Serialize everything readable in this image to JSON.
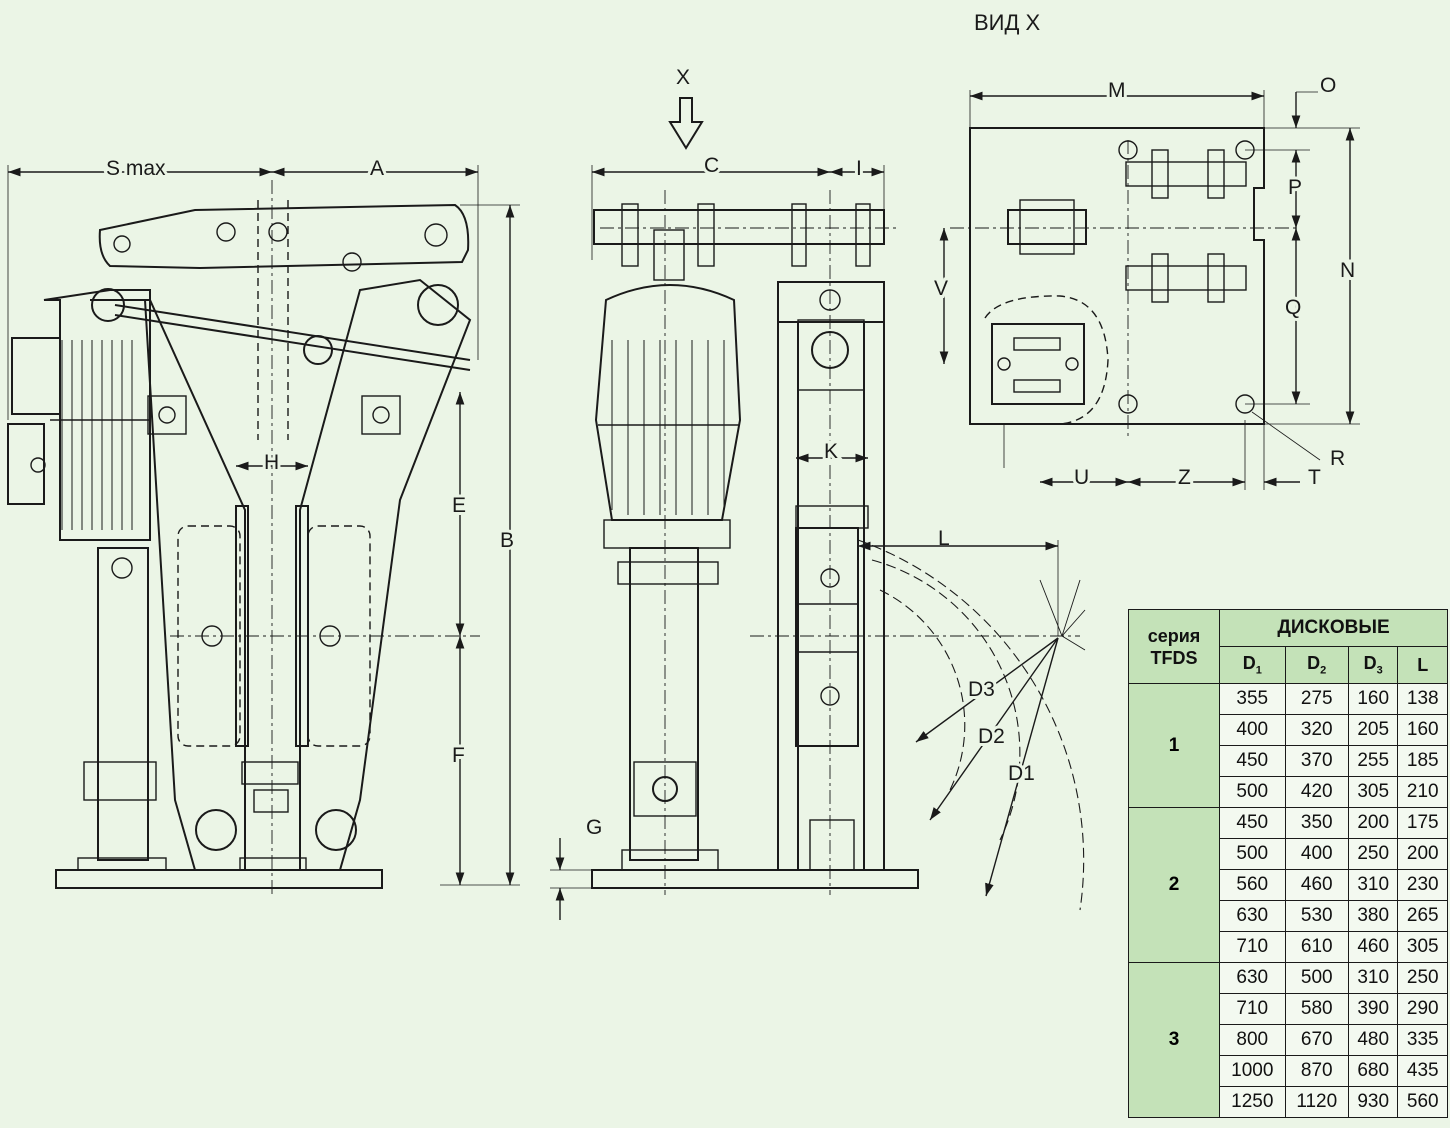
{
  "view_x_title": "ВИД X",
  "arrow_label": "X",
  "dimension_labels": {
    "s_max": "S max",
    "a": "A",
    "b": "B",
    "c": "C",
    "i": "I",
    "e": "E",
    "f": "F",
    "h": "H",
    "g": "G",
    "k": "K",
    "l": "L",
    "d1": "D1",
    "d2": "D2",
    "d3": "D3",
    "m": "M",
    "o": "O",
    "p": "P",
    "n": "N",
    "q": "Q",
    "v": "V",
    "r": "R",
    "t": "T",
    "u": "U",
    "z": "Z"
  },
  "table": {
    "series_header": [
      "серия",
      "TFDS"
    ],
    "group_header": "ДИСКОВЫЕ",
    "columns": [
      "D1",
      "D2",
      "D3",
      "L"
    ],
    "groups": [
      {
        "series": "1",
        "rows": [
          [
            "355",
            "275",
            "160",
            "138"
          ],
          [
            "400",
            "320",
            "205",
            "160"
          ],
          [
            "450",
            "370",
            "255",
            "185"
          ],
          [
            "500",
            "420",
            "305",
            "210"
          ]
        ]
      },
      {
        "series": "2",
        "rows": [
          [
            "450",
            "350",
            "200",
            "175"
          ],
          [
            "500",
            "400",
            "250",
            "200"
          ],
          [
            "560",
            "460",
            "310",
            "230"
          ],
          [
            "630",
            "530",
            "380",
            "265"
          ],
          [
            "710",
            "610",
            "460",
            "305"
          ]
        ]
      },
      {
        "series": "3",
        "rows": [
          [
            "630",
            "500",
            "310",
            "250"
          ],
          [
            "710",
            "580",
            "390",
            "290"
          ],
          [
            "800",
            "670",
            "480",
            "335"
          ],
          [
            "1000",
            "870",
            "680",
            "435"
          ],
          [
            "1250",
            "1120",
            "930",
            "560"
          ]
        ]
      }
    ]
  }
}
